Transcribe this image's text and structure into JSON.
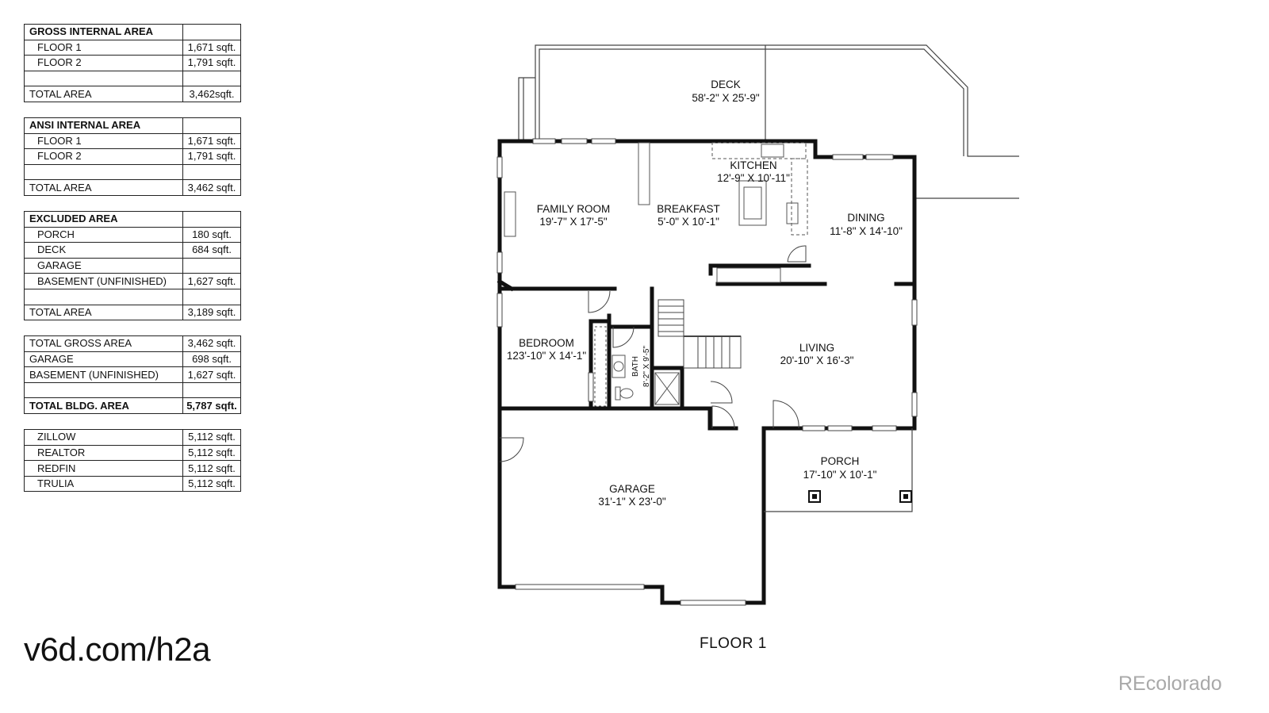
{
  "area_tables": {
    "gross": {
      "title": "GROSS INTERNAL AREA",
      "rows": [
        {
          "label": "FLOOR 1",
          "value": "1,671 sqft."
        },
        {
          "label": "FLOOR 2",
          "value": "1,791 sqft."
        }
      ],
      "total_label": "TOTAL AREA",
      "total_value": "3,462sqft."
    },
    "ansi": {
      "title": "ANSI INTERNAL AREA",
      "rows": [
        {
          "label": "FLOOR 1",
          "value": "1,671 sqft."
        },
        {
          "label": "FLOOR 2",
          "value": "1,791 sqft."
        }
      ],
      "total_label": "TOTAL AREA",
      "total_value": "3,462 sqft."
    },
    "excluded": {
      "title": "EXCLUDED AREA",
      "rows": [
        {
          "label": "PORCH",
          "value": "180 sqft."
        },
        {
          "label": "DECK",
          "value": "684 sqft."
        },
        {
          "label": "GARAGE",
          "value": ""
        },
        {
          "label": "BASEMENT (UNFINISHED)",
          "value": "1,627 sqft."
        }
      ],
      "total_label": "TOTAL AREA",
      "total_value": "3,189 sqft."
    },
    "building": {
      "rows": [
        {
          "label": "TOTAL GROSS AREA",
          "value": "3,462 sqft."
        },
        {
          "label": "GARAGE",
          "value": "698 sqft."
        },
        {
          "label": "BASEMENT (UNFINISHED)",
          "value": "1,627 sqft."
        }
      ],
      "total_label": "TOTAL BLDG. AREA",
      "total_value": "5,787 sqft."
    },
    "listings": {
      "rows": [
        {
          "label": "ZILLOW",
          "value": "5,112 sqft."
        },
        {
          "label": "REALTOR",
          "value": "5,112 sqft."
        },
        {
          "label": "REDFIN",
          "value": "5,112 sqft."
        },
        {
          "label": "TRULIA",
          "value": "5,112 sqft."
        }
      ]
    }
  },
  "rooms": {
    "deck": {
      "name": "DECK",
      "size": "58'-2\" X 25'-9\""
    },
    "kitchen": {
      "name": "KITCHEN",
      "size": "12'-9\" X 10'-11\""
    },
    "family_room": {
      "name": "FAMILY ROOM",
      "size": "19'-7\" X 17'-5\""
    },
    "breakfast": {
      "name": "BREAKFAST",
      "size": "5'-0\" X 10'-1\""
    },
    "dining": {
      "name": "DINING",
      "size": "11'-8\" X 14'-10\""
    },
    "bedroom": {
      "name": "BEDROOM",
      "size": "123'-10\" X 14'-1\""
    },
    "bath": {
      "name": "BATH",
      "size": "8'-2\" X 9'-5\""
    },
    "living": {
      "name": "LIVING",
      "size": "20'-10\" X 16'-3\""
    },
    "porch": {
      "name": "PORCH",
      "size": "17'-10\" X 10'-1\""
    },
    "garage": {
      "name": "GARAGE",
      "size": "31'-1\" X 23'-0\""
    }
  },
  "floor_label": "FLOOR 1",
  "site_link": "v6d.com/h2a",
  "brand": "REcolorado",
  "colors": {
    "wall": "#111111",
    "thin_line": "#444444",
    "brand_grey": "#a9a9a9"
  }
}
